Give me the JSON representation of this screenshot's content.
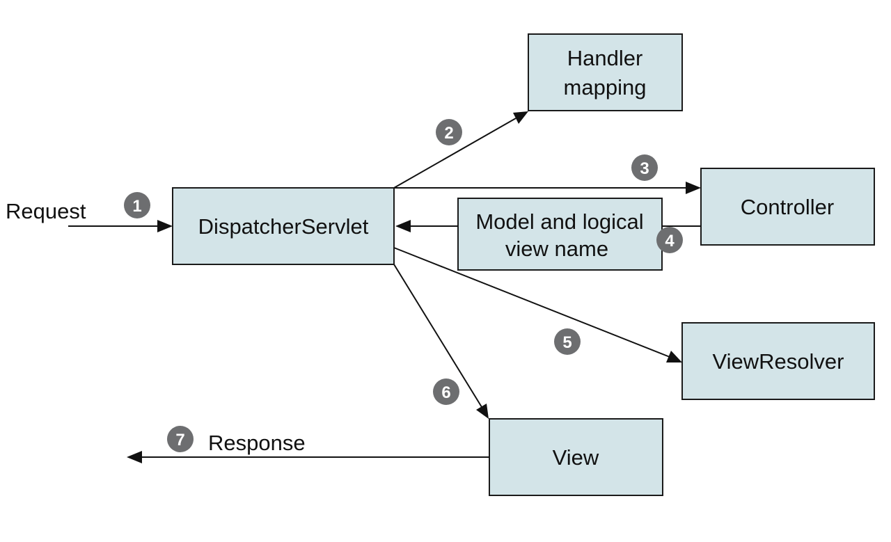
{
  "labels": {
    "request": "Request",
    "response": "Response"
  },
  "boxes": {
    "dispatcher": "DispatcherServlet",
    "handler_mapping": [
      "Handler",
      "mapping"
    ],
    "controller": "Controller",
    "model_view": [
      "Model and logical",
      "view name"
    ],
    "view_resolver": "ViewResolver",
    "view": "View"
  },
  "steps": [
    "1",
    "2",
    "3",
    "4",
    "5",
    "6",
    "7"
  ],
  "colors": {
    "box_fill": "#d3e4e8",
    "step_marker": "#6d6e70"
  }
}
